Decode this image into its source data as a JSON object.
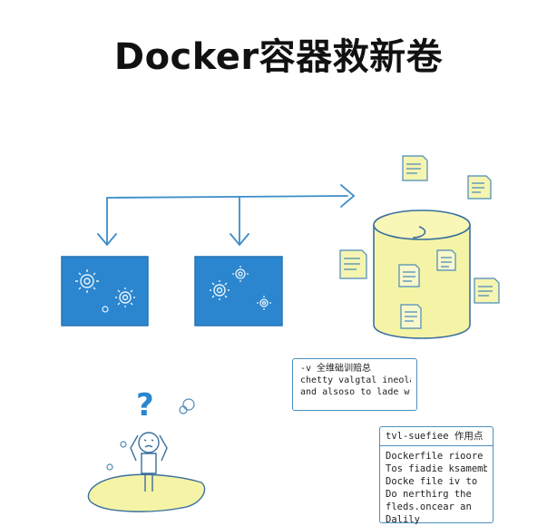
{
  "title": "Docker容器救新卷",
  "colors": {
    "container_blue": "#2b86cf",
    "line_blue": "#3b8cc8",
    "volume_yellow": "#f5f4a6",
    "outline": "#2e6ea6"
  },
  "note_1": {
    "lines": [
      "-v 全维础训赔总",
      "chetty valgtal ineola ko",
      "and alsoso to lade w"
    ]
  },
  "note_2": {
    "header": "tvl-suefiee 作用点",
    "lines": [
      "Dockerfile rioore oh aly",
      "Tos fiadie ksamembmuls",
      "Docke file iv to",
      "Do nerthirg the",
      "fleds.oncear an",
      "Dalily"
    ]
  }
}
